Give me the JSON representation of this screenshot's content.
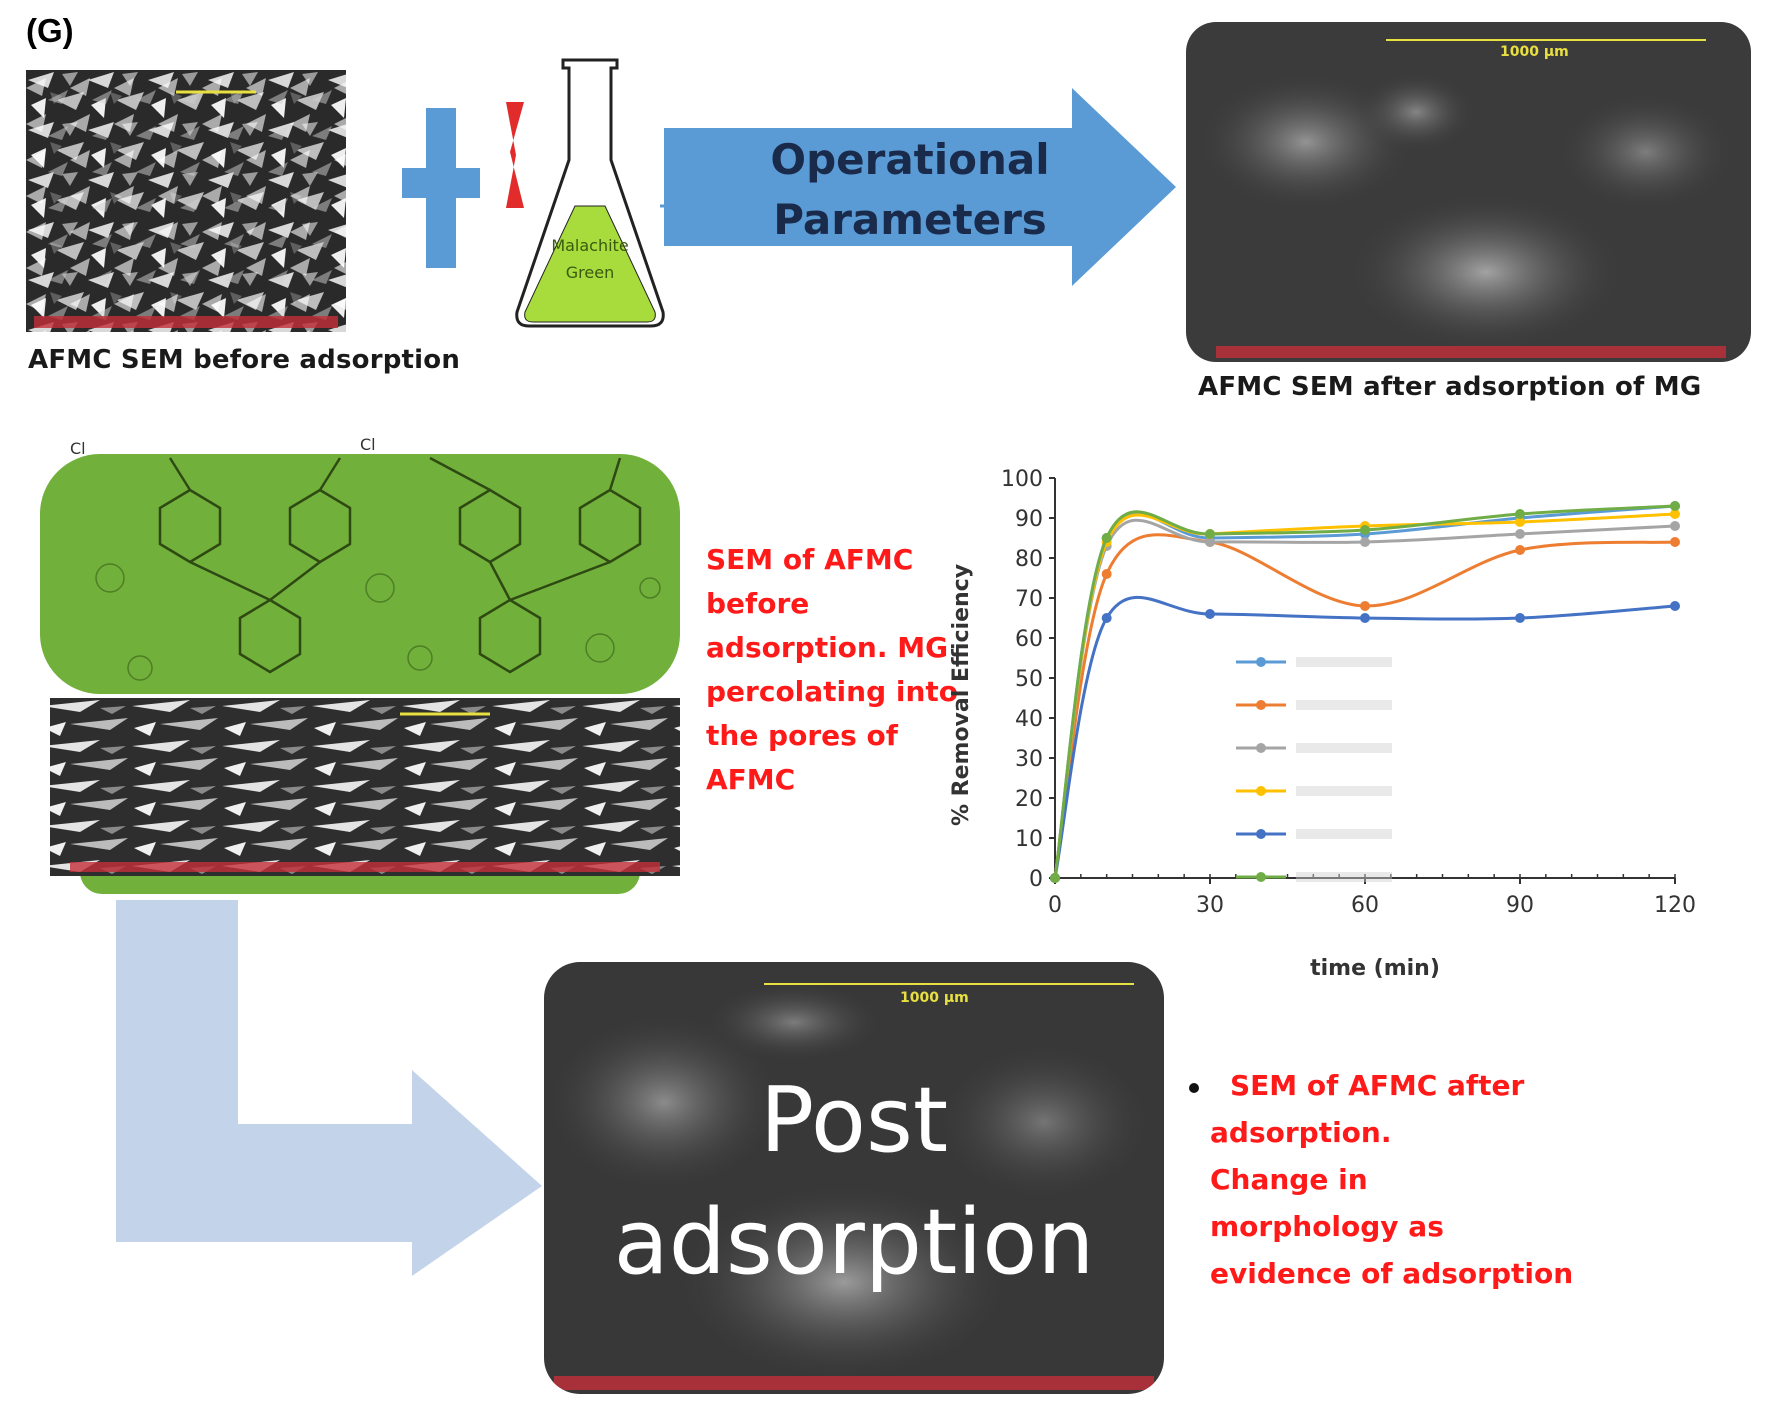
{
  "panel_label": "(G)",
  "top_row": {
    "sem_before_caption": "AFMC SEM before adsorption",
    "flask_label_line1": "Malachite",
    "flask_label_line2": "Green",
    "arrow_text_line1": "Operational",
    "arrow_text_line2": "Parameters",
    "sem_after_caption": "AFMC SEM after adsorption of MG",
    "sem_after_scale": "1000 µm"
  },
  "middle_row": {
    "note_lines": [
      "SEM of AFMC",
      "before",
      "adsorption. MG",
      "percolating into",
      "the pores of",
      "AFMC"
    ]
  },
  "bottom_row": {
    "post_line1": "Post",
    "post_line2": "adsorption",
    "post_scale": "1000 µm",
    "note_lines": [
      "SEM of AFMC after",
      "adsorption.",
      "Change in",
      "morphology as",
      "evidence of adsorption"
    ]
  },
  "colors": {
    "arrow_blue": "#5b9bd5",
    "arrow_light_blue": "#c3d4ea",
    "green_panel": "#72b03c",
    "flask_liquid": "#a8dc3c",
    "note_red": "#ff1a1a"
  },
  "chart_data": {
    "type": "line",
    "xlabel": "time (min)",
    "ylabel": "% Removal Efficiency",
    "xlim": [
      0,
      120
    ],
    "ylim": [
      0,
      100
    ],
    "x_ticks": [
      0,
      30,
      60,
      90,
      120
    ],
    "y_ticks": [
      0,
      10,
      20,
      30,
      40,
      50,
      60,
      70,
      80,
      90,
      100
    ],
    "x": [
      0,
      10,
      30,
      60,
      90,
      120
    ],
    "legend_position": "center",
    "series": [
      {
        "color": "#5b9bd5",
        "values": [
          0,
          85,
          85,
          86,
          90,
          93
        ]
      },
      {
        "color": "#ed7d31",
        "values": [
          0,
          76,
          84,
          68,
          82,
          84
        ]
      },
      {
        "color": "#a5a5a5",
        "values": [
          0,
          83,
          84,
          84,
          86,
          88
        ]
      },
      {
        "color": "#ffc000",
        "values": [
          0,
          84,
          86,
          88,
          89,
          91
        ]
      },
      {
        "color": "#4472c4",
        "values": [
          0,
          65,
          66,
          65,
          65,
          68
        ]
      },
      {
        "color": "#70ad47",
        "values": [
          0,
          85,
          86,
          87,
          91,
          93
        ]
      }
    ]
  }
}
